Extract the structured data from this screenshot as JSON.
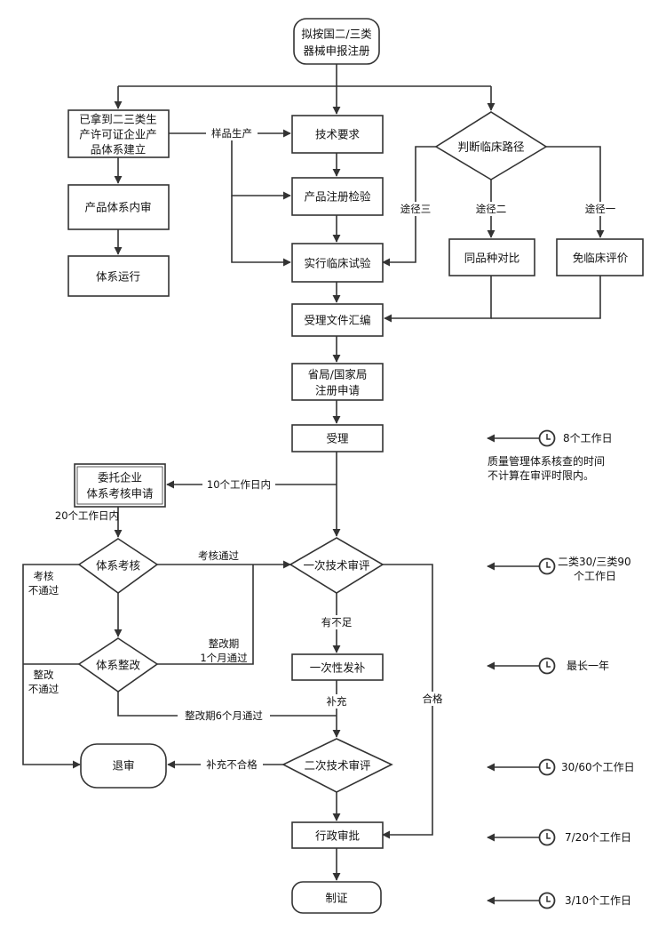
{
  "nodes": {
    "start": [
      "拟按国二/三类",
      "器械申报注册"
    ],
    "license": [
      "已拿到二三类生",
      "产许可证企业产",
      "品体系建立"
    ],
    "internal_audit": [
      "产品体系内审"
    ],
    "system_run": [
      "体系运行"
    ],
    "tech_req": [
      "技术要求"
    ],
    "reg_test": [
      "产品注册检验"
    ],
    "clinical_trial": [
      "实行临床试验"
    ],
    "clinical_path": [
      "判断临床路径"
    ],
    "same_compare": [
      "同品种对比"
    ],
    "exempt_eval": [
      "免临床评价"
    ],
    "doc_compile": [
      "受理文件汇编"
    ],
    "apply": [
      "省局/国家局",
      "注册申请"
    ],
    "accept": [
      "受理"
    ],
    "entrust": [
      "委托企业",
      "体系考核申请"
    ],
    "sys_exam": [
      "体系考核"
    ],
    "sys_rectify": [
      "体系整改"
    ],
    "review1": [
      "一次技术审评"
    ],
    "supplement": [
      "一次性发补"
    ],
    "reject": [
      "退审"
    ],
    "review2": [
      "二次技术审评"
    ],
    "admin_approval": [
      "行政审批"
    ],
    "certify": [
      "制证"
    ]
  },
  "edge_labels": {
    "sample_production": "样品生产",
    "route3": "途径三",
    "route2": "途径二",
    "route1": "途径一",
    "ten_days": "10个工作日内",
    "twenty_days": "20个工作日内",
    "exam_pass": "考核通过",
    "exam_fail": [
      "考核",
      "不通过"
    ],
    "rectify_fail": [
      "整改",
      "不通过"
    ],
    "rectify_1month": [
      "整改期",
      "1个月通过"
    ],
    "rectify_6month": "整改期6个月通过",
    "insufficient": "有不足",
    "supplement_submit": "补充",
    "pass": "合格",
    "supplement_fail": "补充不合格"
  },
  "timeline": [
    {
      "text": [
        "8个工作日"
      ]
    },
    {
      "text": [
        "二类30/三类90",
        "个工作日"
      ]
    },
    {
      "text": [
        "最长一年"
      ]
    },
    {
      "text": [
        "30/60个工作日"
      ]
    },
    {
      "text": [
        "7/20个工作日"
      ]
    },
    {
      "text": [
        "3/10个工作日"
      ]
    }
  ],
  "note": [
    "质量管理体系核查的时间",
    "不计算在审评时限内。"
  ]
}
